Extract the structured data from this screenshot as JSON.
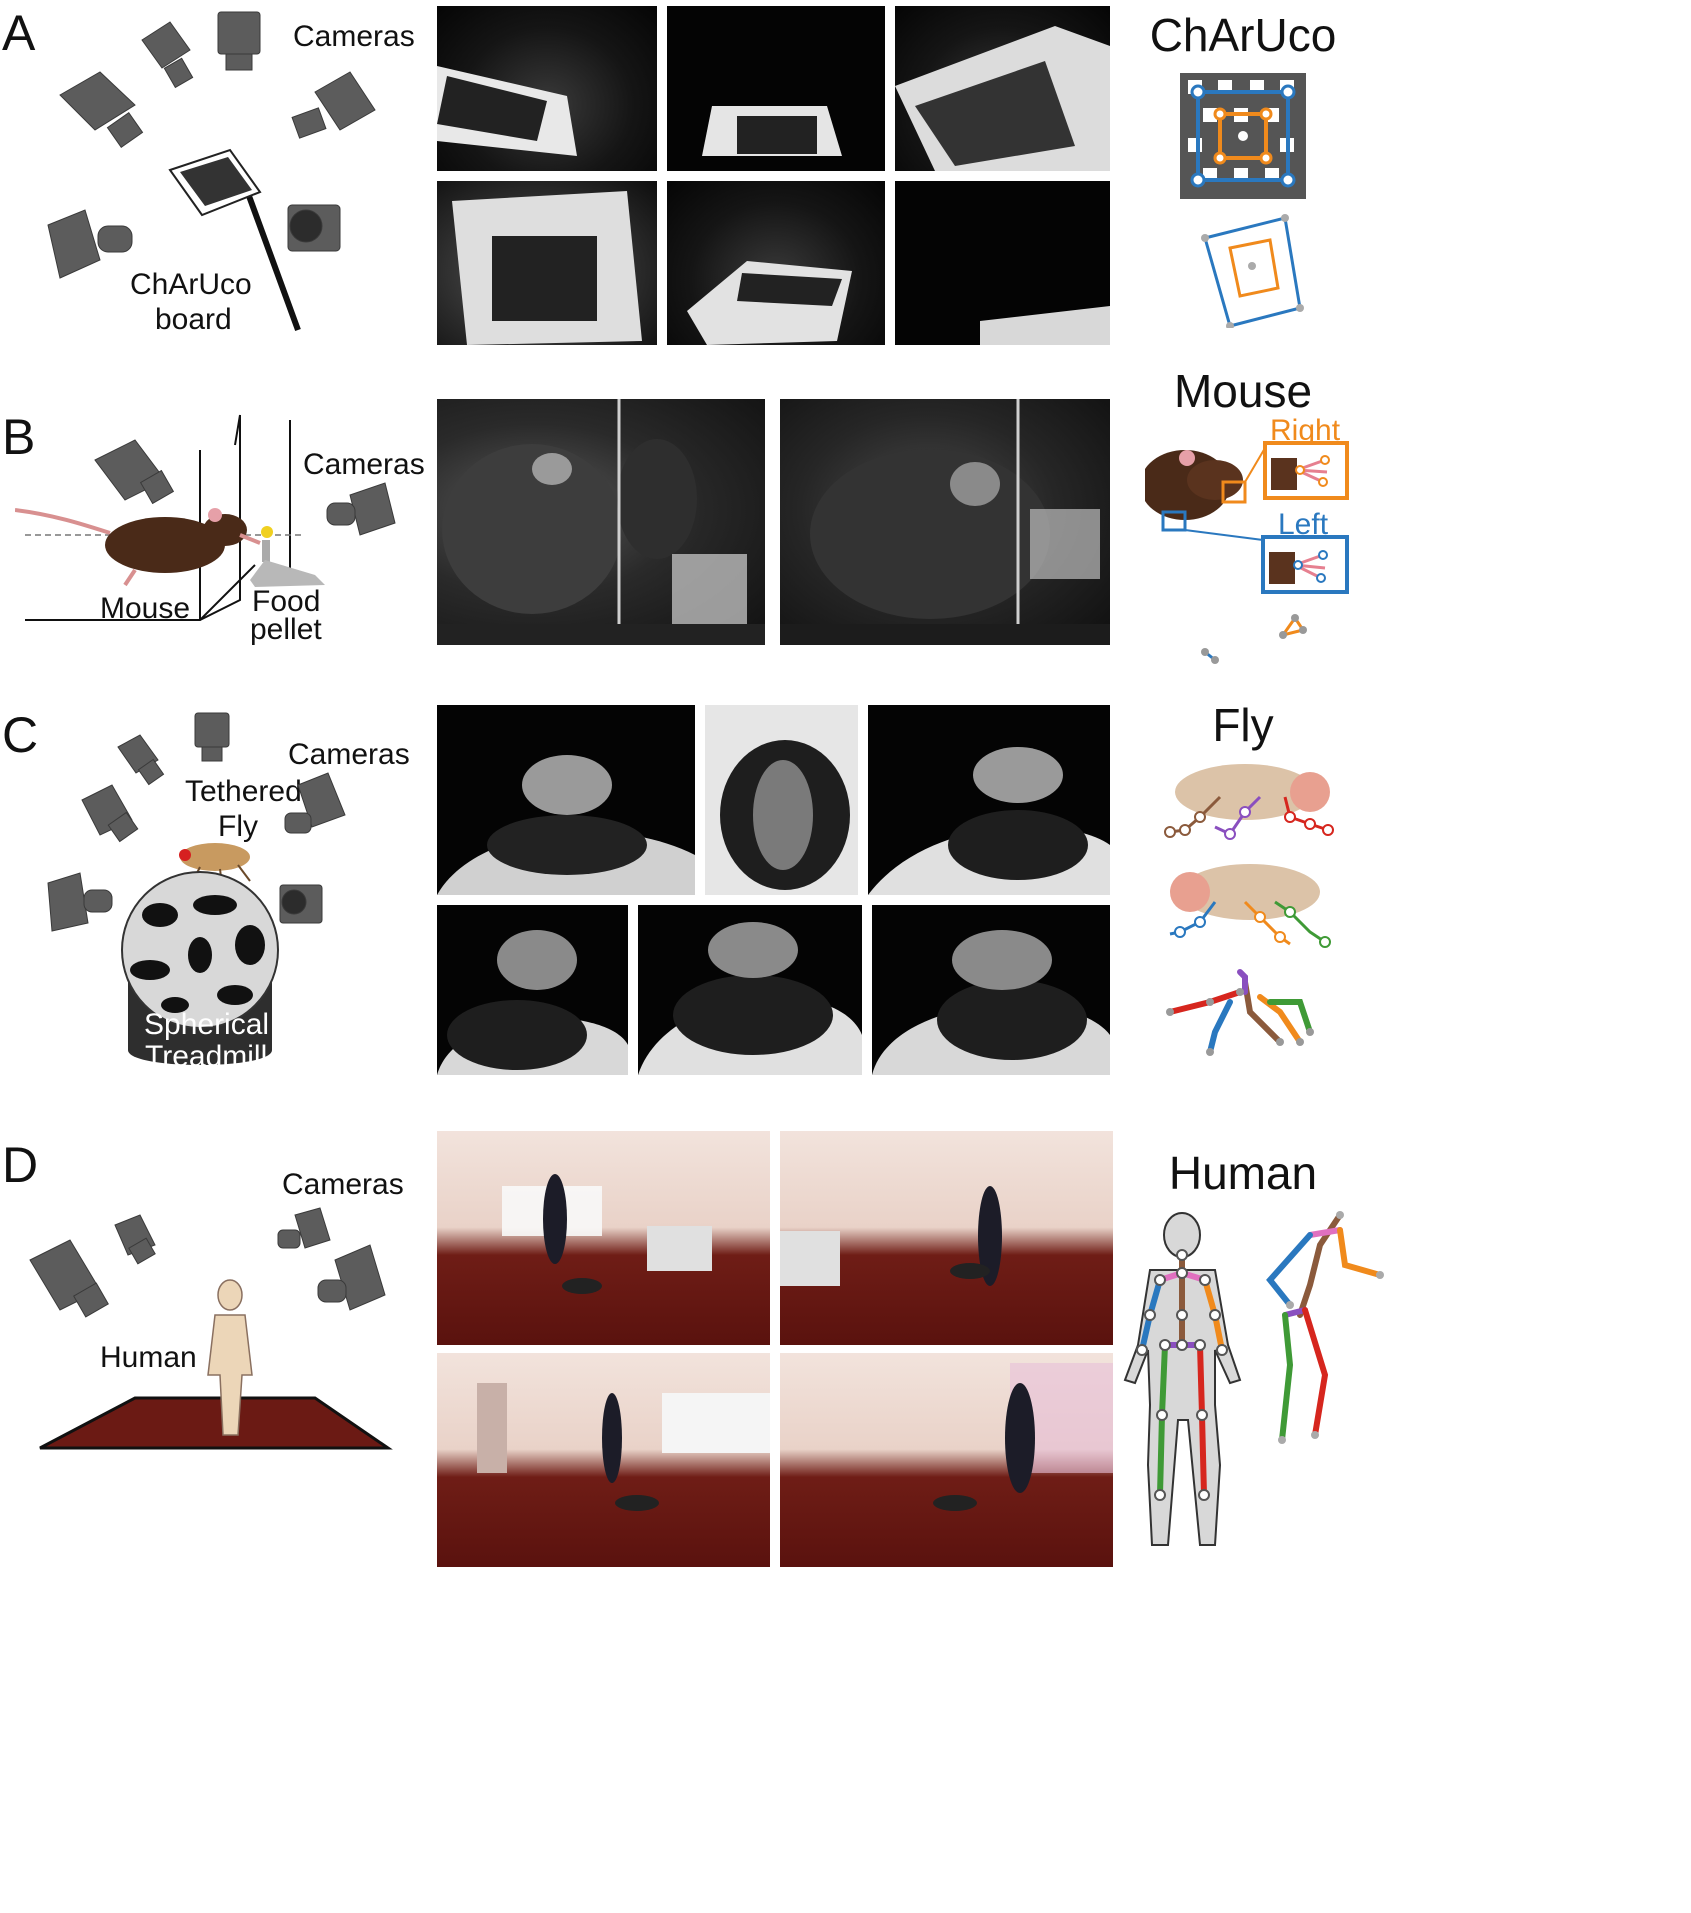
{
  "panels": {
    "A": {
      "letter": "A",
      "cameras_label": "Cameras",
      "board_label_line1": "ChArUco",
      "board_label_line2": "board",
      "title": "ChArUco"
    },
    "B": {
      "letter": "B",
      "cameras_label": "Cameras",
      "mouse_label": "Mouse",
      "food_line1": "Food",
      "food_line2": "pellet",
      "title": "Mouse",
      "right_label": "Right",
      "left_label": "Left"
    },
    "C": {
      "letter": "C",
      "cameras_label": "Cameras",
      "fly_line1": "Tethered",
      "fly_line2": "Fly",
      "treadmill_line1": "Spherical",
      "treadmill_line2": "Treadmill",
      "title": "Fly"
    },
    "D": {
      "letter": "D",
      "cameras_label": "Cameras",
      "human_label": "Human",
      "title": "Human"
    }
  },
  "colors": {
    "blue": "#2a78bf",
    "orange": "#f08a1c",
    "red": "#d6261e",
    "green": "#3f9a36",
    "purple": "#8a4fbf",
    "brown": "#8b5a3c",
    "pink": "#e070c0",
    "camera": "#5c5c5c",
    "carpet": "#6b1a14",
    "mouse_fur": "#4a2a18"
  },
  "icons": [
    "camera-icon",
    "charuco-board-icon",
    "mouse-icon",
    "fly-icon",
    "treadmill-icon",
    "human-icon",
    "skeleton-icon"
  ]
}
